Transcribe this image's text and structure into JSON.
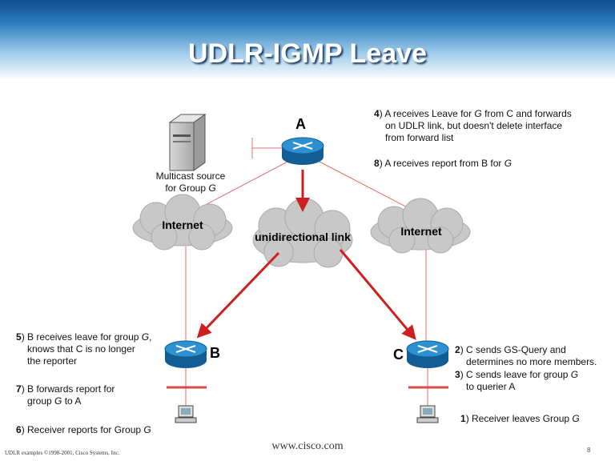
{
  "title": "UDLR-IGMP Leave",
  "routers": {
    "a": "A",
    "b": "B",
    "c": "C"
  },
  "clouds": {
    "left": "Internet",
    "middle": "unidirectional link",
    "right": "Internet"
  },
  "source_label": {
    "line1": "Multicast source",
    "line2_prefix": "for Group ",
    "group": "G"
  },
  "steps": {
    "s1": {
      "num": "1",
      "text": ") Receiver leaves Group ",
      "group": "G"
    },
    "s2": {
      "num": "2",
      "line1": ") C sends GS-Query and",
      "line2": "determines no more members."
    },
    "s3": {
      "num": "3",
      "line1": ") C sends leave for group ",
      "group": "G",
      "line2": "to querier A"
    },
    "s4": {
      "num": "4",
      "line1_a": ") A receives Leave for ",
      "group": "G",
      "line1_b": " from C and forwards",
      "line2": "on UDLR link, but doesn't delete interface",
      "line3": "from forward list"
    },
    "s5": {
      "num": "5",
      "line1_a": ") B receives leave for group ",
      "group": "G",
      "line1_b": ",",
      "line2": "knows that C is no longer",
      "line3": "the reporter"
    },
    "s6": {
      "num": "6",
      "text": ") Receiver reports for Group ",
      "group": "G"
    },
    "s7": {
      "num": "7",
      "line1": ") B forwards report for",
      "line2_prefix": "group ",
      "group": "G",
      "line2_suffix": " to A"
    },
    "s8": {
      "num": "8",
      "text": ") A receives report from B for ",
      "group": "G"
    }
  },
  "footer": {
    "copyright": "UDLR examples ©1998-2001, Cisco Systems, Inc.",
    "site": "www.cisco.com",
    "page": "8"
  },
  "colors": {
    "router": "#1d7fc2",
    "link": "#e07070",
    "arrow": "#cc1f1f",
    "cloud": "#c8c8c8"
  }
}
